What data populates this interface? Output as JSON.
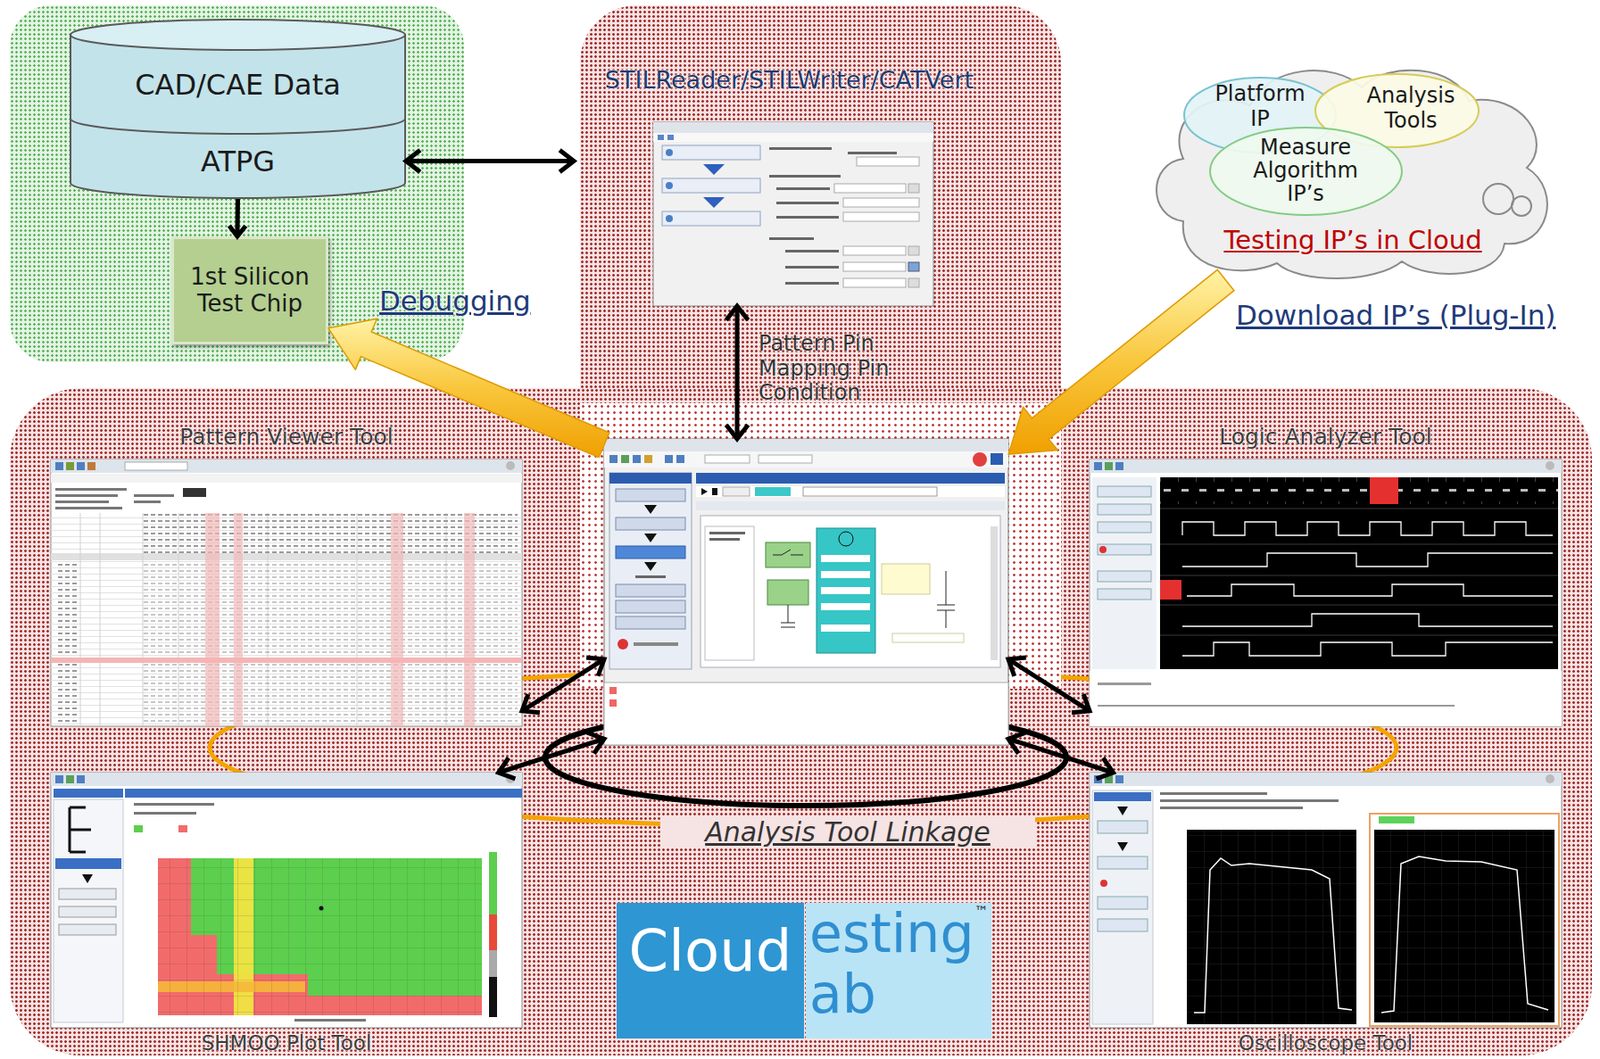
{
  "diagram": {
    "nodes": [
      {
        "text": [
          "CAD/CAE Data",
          "ATPG"
        ]
      },
      {
        "text": [
          "1st Silicon Test Chip"
        ]
      },
      {
        "text": [
          "STILReader/STILWriter/CATVert"
        ]
      },
      {
        "text": [
          "Testing IP’s in Cloud"
        ]
      },
      {
        "text": [
          "Platform IP"
        ],
        "in": 3
      },
      {
        "text": [
          "Analysis Tools"
        ],
        "in": 3
      },
      {
        "text": [
          "Measure Algorithm IP’s"
        ],
        "in": 3
      },
      {
        "text": [
          "Pattern Viewer Tool"
        ]
      },
      {
        "text": []
      },
      {
        "text": [
          "Logic Analyzer Tool"
        ]
      },
      {
        "text": [
          "SHMOO Plot Tool"
        ]
      },
      {
        "text": [
          "Oscilloscope Tool"
        ]
      }
    ],
    "edges": [
      {
        "from": 0,
        "to": 1,
        "arrow": "to"
      },
      {
        "from": 0,
        "to": 2,
        "arrow": "both"
      },
      {
        "from": 2,
        "to": 8,
        "label": "Pattern Pin Mapping Pin Condition",
        "arrow": "both"
      },
      {
        "from": 8,
        "to": 1,
        "label": "Debugging",
        "arrow": "to"
      },
      {
        "from": 3,
        "to": 8,
        "label": "Download IP’s (Plug-In)",
        "arrow": "to"
      },
      {
        "from": 8,
        "to": 7,
        "arrow": "both"
      },
      {
        "from": 8,
        "to": 9,
        "arrow": "both"
      },
      {
        "from": 8,
        "to": 10,
        "arrow": "both"
      },
      {
        "from": 8,
        "to": 11,
        "arrow": "both"
      }
    ],
    "labels": [
      "Analysis Tool Linkage",
      "Cloud",
      "esting",
      "™",
      "ab"
    ]
  }
}
